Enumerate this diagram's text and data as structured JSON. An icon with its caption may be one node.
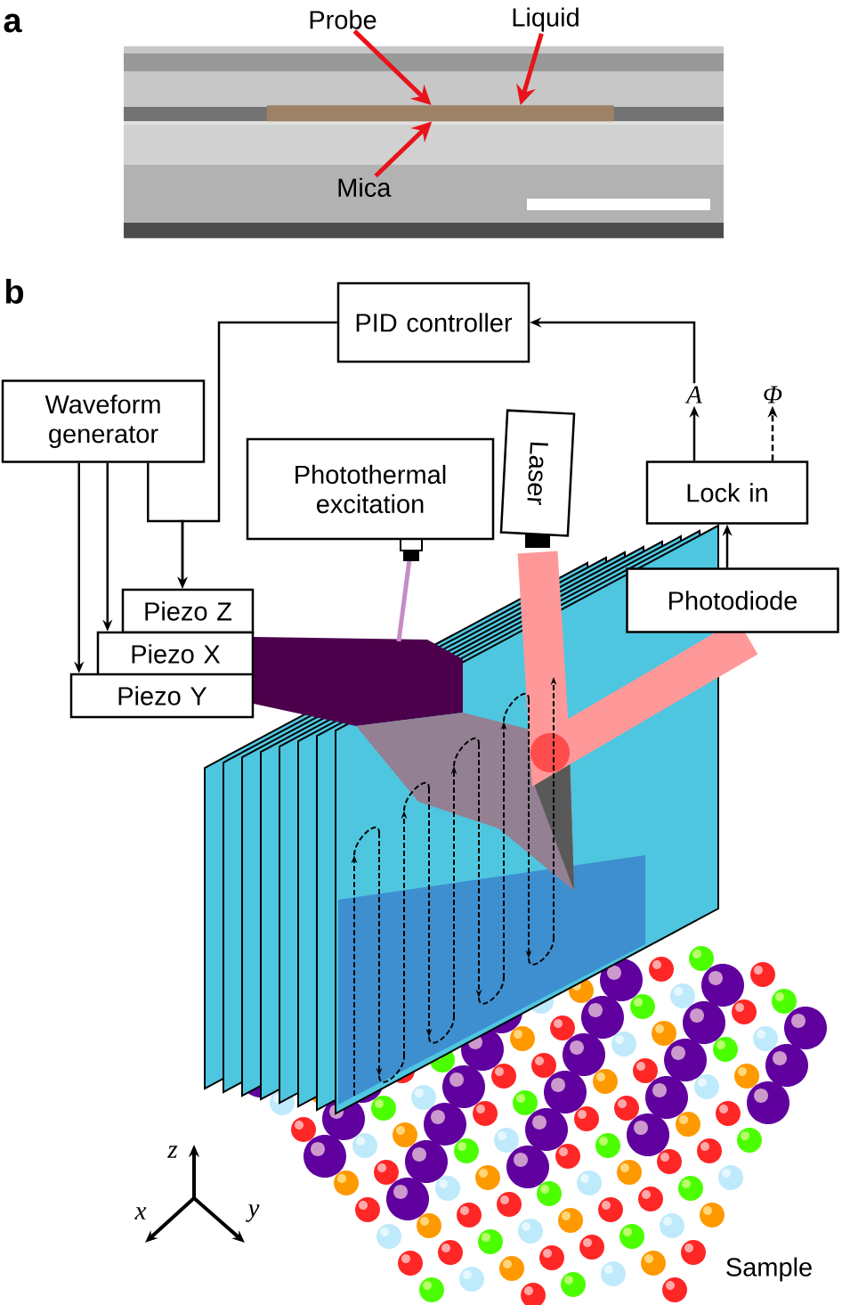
{
  "diagram": {
    "nodes": [
      {
        "text": [],
        "shape": "picture"
      },
      {
        "text": [
          "Probe"
        ]
      },
      {
        "text": [
          "Liquid"
        ]
      },
      {
        "text": [
          "Mica"
        ],
        "in": 0
      },
      {
        "text": [
          "PID controller"
        ]
      },
      {
        "text": [
          "Waveform generator"
        ]
      },
      {
        "text": [
          "Photothermal excitation"
        ]
      },
      {
        "text": [
          "Laser"
        ]
      },
      {
        "text": [
          "A"
        ]
      },
      {
        "text": [
          "Φ"
        ]
      },
      {
        "text": [
          "Lock in"
        ]
      },
      {
        "text": [
          "Photodiode"
        ]
      },
      {
        "text": [
          "Piezo Z"
        ]
      },
      {
        "text": [
          "Piezo X"
        ]
      },
      {
        "text": [
          "Piezo Y"
        ]
      },
      {
        "text": [],
        "shape": "bar",
        "in": 0
      }
    ],
    "edges": [
      {
        "from": 1,
        "to": 15,
        "arrow": "to",
        "style": "thick",
        "color": "#e8131b"
      },
      {
        "from": 2,
        "to": 15,
        "arrow": "to",
        "style": "thick",
        "color": "#e8131b"
      },
      {
        "from": 3,
        "to": 15,
        "arrow": "to",
        "style": "thick",
        "color": "#e8131b"
      },
      {
        "from": 10,
        "to": 8,
        "arrow": "to"
      },
      {
        "from": 10,
        "to": 9,
        "arrow": "to",
        "style": "dashed"
      },
      {
        "from": 8,
        "to": 4,
        "arrow": "to"
      },
      {
        "from": 4,
        "to": 12,
        "arrow": "to"
      },
      {
        "from": 5,
        "to": 12,
        "arrow": "to"
      },
      {
        "from": 5,
        "to": 13,
        "arrow": "to"
      },
      {
        "from": 5,
        "to": 14,
        "arrow": "to"
      },
      {
        "from": 11,
        "to": 10,
        "arrow": "to"
      }
    ],
    "labels": [
      "a",
      "b",
      "z",
      "x",
      "y",
      "Sample"
    ]
  }
}
